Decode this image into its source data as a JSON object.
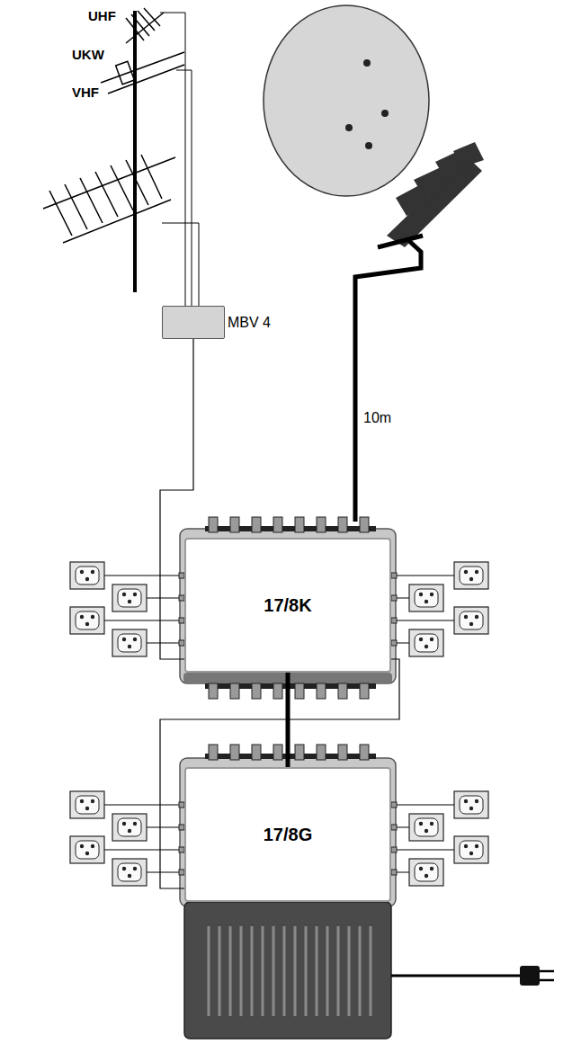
{
  "diagram": {
    "nodes": [
      {
        "text": [
          "MBV 4"
        ]
      },
      {
        "text": [
          "17/8K"
        ]
      },
      {
        "text": [
          "17/8G"
        ]
      }
    ],
    "edges": [
      {
        "from": 0,
        "to": 1,
        "arrow": "none"
      },
      {
        "from": 1,
        "to": 2,
        "arrow": "none"
      },
      {
        "from": 1,
        "to": 2,
        "arrow": "none"
      }
    ],
    "labels": [
      "UHF",
      "UKW",
      "VHF",
      "10m"
    ]
  }
}
